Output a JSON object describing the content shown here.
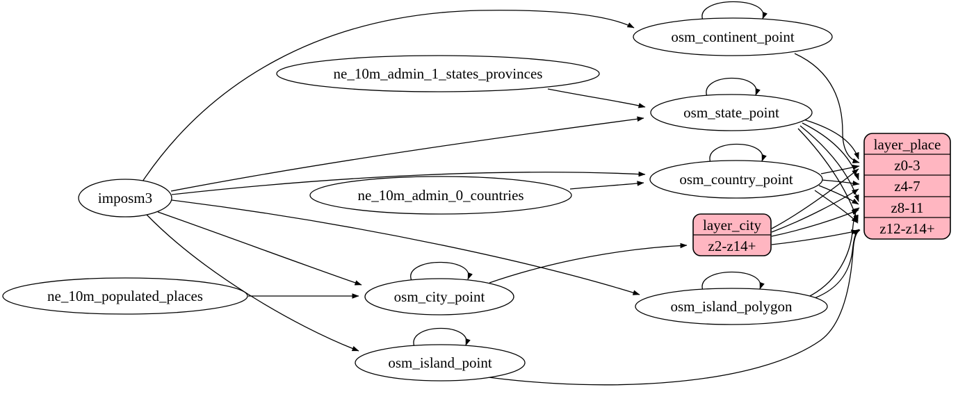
{
  "diagram": {
    "kind": "etl-dependency-graph",
    "colors": {
      "background": "#ffffff",
      "table_node_fill": "#ffffff",
      "layer_node_fill": "#ffb6c1",
      "stroke": "#000000",
      "text": "#000000"
    }
  },
  "nodes": {
    "imposm3": "imposm3",
    "ne_10m_admin_1_states_provinces": "ne_10m_admin_1_states_provinces",
    "ne_10m_admin_0_countries": "ne_10m_admin_0_countries",
    "ne_10m_populated_places": "ne_10m_populated_places",
    "osm_continent_point": "osm_continent_point",
    "osm_state_point": "osm_state_point",
    "osm_country_point": "osm_country_point",
    "osm_city_point": "osm_city_point",
    "osm_island_polygon": "osm_island_polygon",
    "osm_island_point": "osm_island_point"
  },
  "records": {
    "layer_city": {
      "title": "layer_city",
      "rows": [
        "z2-z14+"
      ]
    },
    "layer_place": {
      "title": "layer_place",
      "rows": [
        "z0-3",
        "z4-7",
        "z8-11",
        "z12-z14+"
      ]
    }
  },
  "edges": [
    {
      "from": "imposm3",
      "to": "osm_continent_point"
    },
    {
      "from": "imposm3",
      "to": "osm_state_point"
    },
    {
      "from": "imposm3",
      "to": "osm_country_point"
    },
    {
      "from": "imposm3",
      "to": "osm_city_point"
    },
    {
      "from": "imposm3",
      "to": "osm_island_polygon"
    },
    {
      "from": "imposm3",
      "to": "osm_island_point"
    },
    {
      "from": "ne_10m_admin_1_states_provinces",
      "to": "osm_state_point"
    },
    {
      "from": "ne_10m_admin_0_countries",
      "to": "osm_country_point"
    },
    {
      "from": "ne_10m_populated_places",
      "to": "osm_city_point"
    },
    {
      "from": "osm_continent_point",
      "to": "osm_continent_point"
    },
    {
      "from": "osm_state_point",
      "to": "osm_state_point"
    },
    {
      "from": "osm_country_point",
      "to": "osm_country_point"
    },
    {
      "from": "osm_city_point",
      "to": "osm_city_point"
    },
    {
      "from": "osm_island_polygon",
      "to": "osm_island_polygon"
    },
    {
      "from": "osm_island_point",
      "to": "osm_island_point"
    },
    {
      "from": "osm_city_point",
      "to": "layer_city",
      "row": "z2-z14+"
    },
    {
      "from": "osm_continent_point",
      "to": "layer_place",
      "row": "z0-3"
    },
    {
      "from": "osm_state_point",
      "to": "layer_place",
      "row": "z0-3"
    },
    {
      "from": "osm_state_point",
      "to": "layer_place",
      "row": "z4-7"
    },
    {
      "from": "osm_state_point",
      "to": "layer_place",
      "row": "z8-11"
    },
    {
      "from": "osm_state_point",
      "to": "layer_place",
      "row": "z12-z14+"
    },
    {
      "from": "osm_country_point",
      "to": "layer_place",
      "row": "z0-3"
    },
    {
      "from": "osm_country_point",
      "to": "layer_place",
      "row": "z4-7"
    },
    {
      "from": "osm_country_point",
      "to": "layer_place",
      "row": "z8-11"
    },
    {
      "from": "osm_country_point",
      "to": "layer_place",
      "row": "z12-z14+"
    },
    {
      "from": "layer_city",
      "to": "layer_place",
      "row": "z0-3"
    },
    {
      "from": "layer_city",
      "to": "layer_place",
      "row": "z4-7"
    },
    {
      "from": "layer_city",
      "to": "layer_place",
      "row": "z8-11"
    },
    {
      "from": "layer_city",
      "to": "layer_place",
      "row": "z12-z14+"
    },
    {
      "from": "osm_island_polygon",
      "to": "layer_place",
      "row": "z8-11"
    },
    {
      "from": "osm_island_polygon",
      "to": "layer_place",
      "row": "z12-z14+"
    },
    {
      "from": "osm_island_point",
      "to": "layer_place",
      "row": "z12-z14+"
    }
  ]
}
